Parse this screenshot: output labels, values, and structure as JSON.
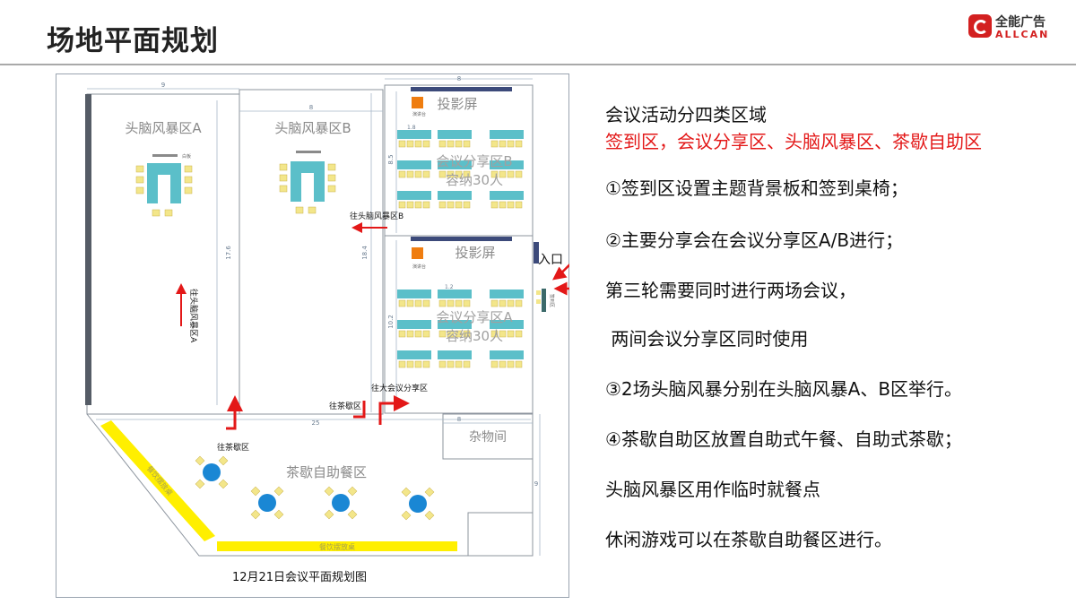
{
  "header": {
    "title": "场地平面规划",
    "logo_cn": "全能广告",
    "logo_en": "ALLCAN"
  },
  "plan": {
    "room_a_label": "头脑风暴区A",
    "room_b_label": "头脑风暴区B",
    "screen_label": "投影屏",
    "hall_b_label_1": "会议分享区B",
    "hall_b_label_2": "容纳30人",
    "hall_a_label_1": "会议分享区A",
    "hall_a_label_2": "容纳30人",
    "entrance_label": "入口",
    "to_b_label": "往头脑风暴区B",
    "to_a_label": "往头脑风暴区A",
    "to_tea_label_1": "往茶歇区",
    "to_tea_label_2": "往茶歇区",
    "to_hall_label": "往大会议分享区",
    "storage_label": "杂物间",
    "tea_area_label": "茶歇自助餐区",
    "catering_table_label_1": "餐饮摆放桌",
    "catering_table_label_2": "餐饮摆放桌",
    "board_label": "白板",
    "podium_label": "演讲台",
    "sign_label": "签到区",
    "dim_top_left": "9",
    "dim_top_mid": "8",
    "dim_top_right": "8",
    "dim_left": "17.6",
    "dim_mid": "18.4",
    "dim_hall_b": "8.5",
    "dim_hall_a": "10.2",
    "dim_bottom": "25",
    "dim_storage": "8",
    "dim_right": "9",
    "dim_table_1": "1.8",
    "dim_table_2": "1.2",
    "caption": "12月21日会议平面规划图"
  },
  "right": {
    "line1": "会议活动分四类区域",
    "line2": "签到区，会议分享区、头脑风暴区、茶歇自助区",
    "line3": "①签到区设置主题背景板和签到桌椅；",
    "line4": "②主要分享会在会议分享区A/B进行；",
    "line5": "第三轮需要同时进行两场会议，",
    "line6": " 两间会议分享区同时使用",
    "line7": "③2场头脑风暴分别在头脑风暴A、B区举行。",
    "line8": "④茶歇自助区放置自助式午餐、自助式茶歇；",
    "line9": "头脑风暴区用作临时就餐点",
    "line10": "休闲游戏可以在茶歇自助餐区进行。"
  },
  "colors": {
    "accent_red": "#e31818",
    "table_teal": "#5bbfc9",
    "chair_yellow": "#f3e68a",
    "banner_yellow": "#ffef00",
    "round_table_blue": "#1a87d4",
    "wall_gray": "#555c66"
  }
}
